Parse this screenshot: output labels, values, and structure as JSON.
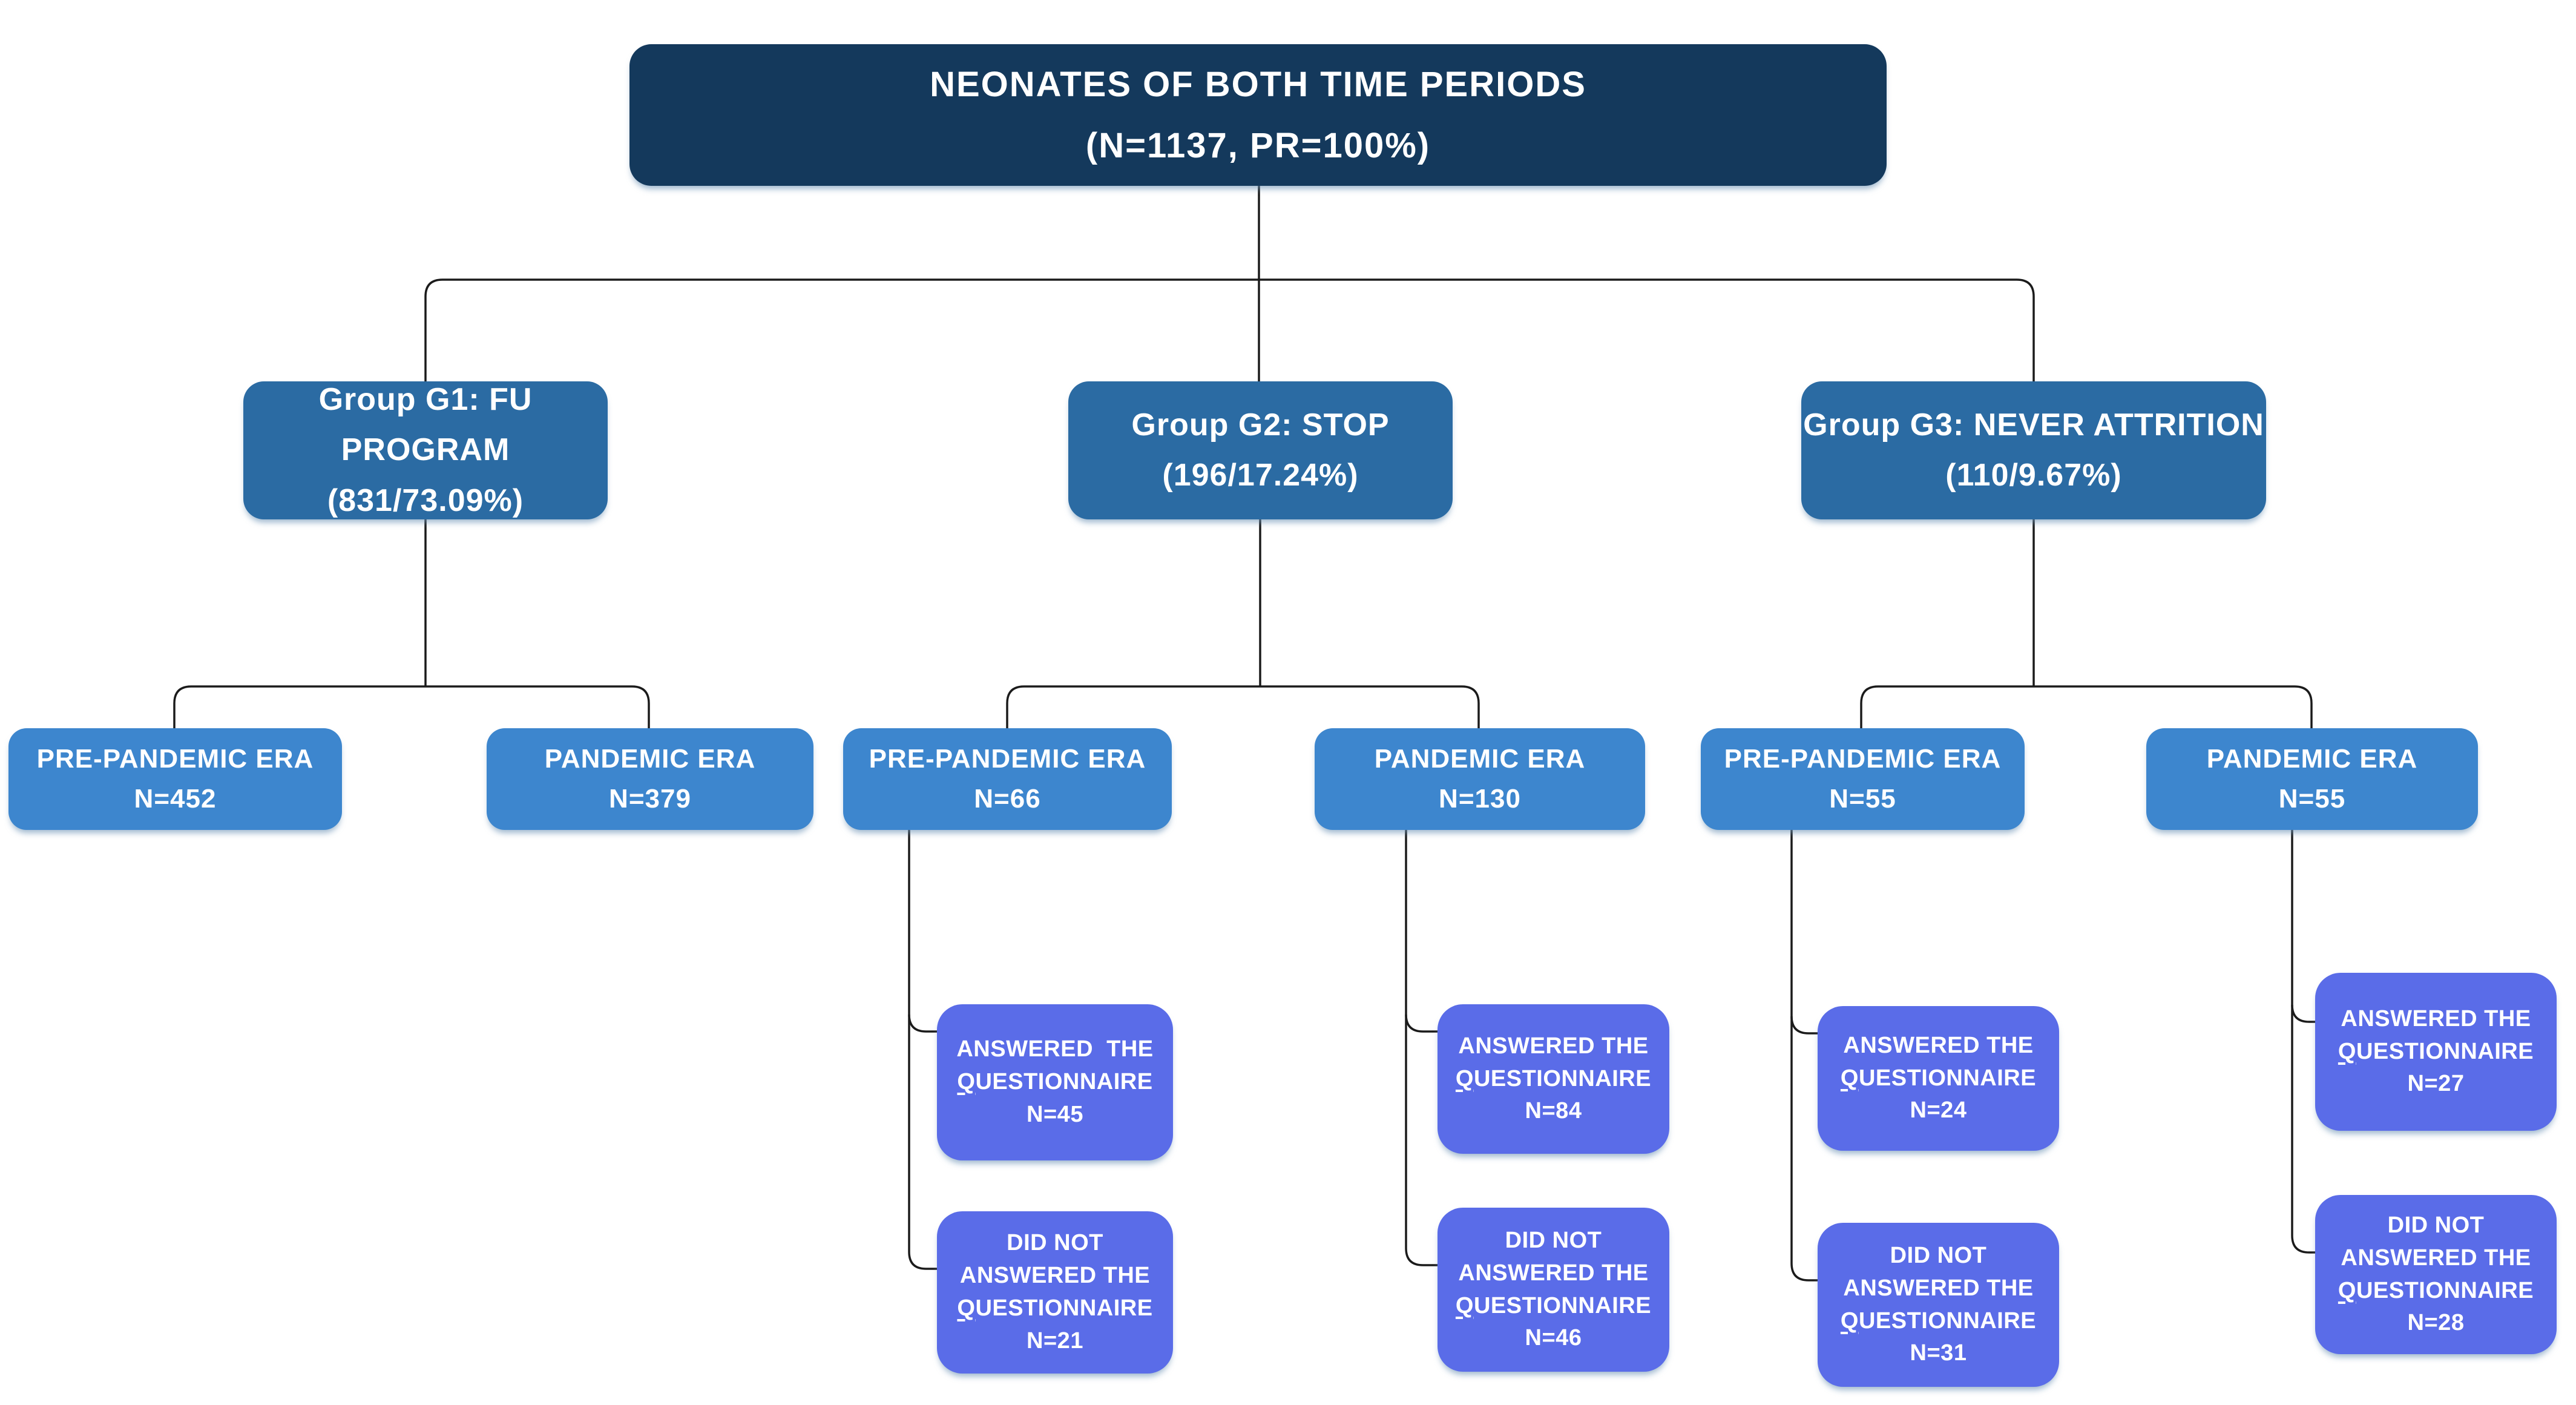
{
  "colors": {
    "root_bg": "#14395C",
    "group_bg": "#2B6BA3",
    "era_bg": "#3D86CE",
    "questionnaire_bg": "#5A6CE8",
    "connector": "#1B1B1B",
    "text": "#FFFFFF",
    "canvas_bg": "#FFFFFF"
  },
  "diagram": {
    "root": {
      "lines": [
        "NEONATES OF BOTH TIME PERIODS",
        "(N=1137, PR=100%)"
      ]
    },
    "groups": [
      {
        "label_lines": [
          "Group G1: FU PROGRAM",
          "(831/73.09%)"
        ],
        "eras": [
          {
            "label_lines": [
              "PRE-PANDEMIC ERA",
              "N=452"
            ],
            "children": []
          },
          {
            "label_lines": [
              "PANDEMIC ERA",
              "N=379"
            ],
            "children": []
          }
        ]
      },
      {
        "label_lines": [
          "Group G2: STOP",
          "(196/17.24%)"
        ],
        "eras": [
          {
            "label_lines": [
              "PRE-PANDEMIC ERA",
              "N=66"
            ],
            "children": [
              {
                "lines": [
                  "ANSWERED  THE",
                  {
                    "text": "QUESTIONNAIRE",
                    "underline_first": true
                  },
                  "N=45"
                ]
              },
              {
                "lines": [
                  "DID NOT",
                  "ANSWERED THE",
                  {
                    "text": "QUESTIONNAIRE",
                    "underline_first": true
                  },
                  "N=21"
                ]
              }
            ]
          },
          {
            "label_lines": [
              "PANDEMIC ERA",
              "N=130"
            ],
            "children": [
              {
                "lines": [
                  "ANSWERED THE",
                  {
                    "text": "QUESTIONNAIRE",
                    "underline_first": true
                  },
                  "N=84"
                ]
              },
              {
                "lines": [
                  "DID NOT",
                  "ANSWERED THE",
                  {
                    "text": "QUESTIONNAIRE",
                    "underline_first": true
                  },
                  "N=46"
                ]
              }
            ]
          }
        ]
      },
      {
        "label_lines": [
          "Group G3: NEVER ATTRITION",
          "(110/9.67%)"
        ],
        "eras": [
          {
            "label_lines": [
              "PRE-PANDEMIC ERA",
              "N=55"
            ],
            "children": [
              {
                "lines": [
                  "ANSWERED THE",
                  {
                    "text": "QUESTIONNAIRE",
                    "underline_first": true
                  },
                  "N=24"
                ]
              },
              {
                "lines": [
                  "DID NOT",
                  "ANSWERED THE",
                  {
                    "text": "QUESTIONNAIRE",
                    "underline_first": true
                  },
                  "N=31"
                ]
              }
            ]
          },
          {
            "label_lines": [
              "PANDEMIC ERA",
              "N=55"
            ],
            "children": [
              {
                "lines": [
                  "ANSWERED THE",
                  {
                    "text": "QUESTIONNAIRE",
                    "underline_first": true
                  },
                  "N=27"
                ]
              },
              {
                "lines": [
                  "DID NOT",
                  "ANSWERED THE",
                  {
                    "text": "QUESTIONNAIRE",
                    "underline_first": true
                  },
                  "N=28"
                ]
              }
            ]
          }
        ]
      }
    ]
  }
}
